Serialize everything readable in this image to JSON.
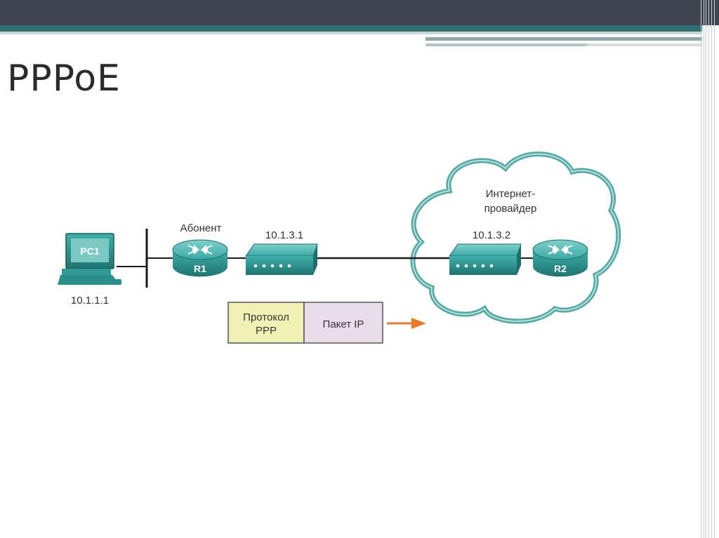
{
  "slide": {
    "title": "PPPoE"
  },
  "diagram": {
    "pc": {
      "label": "PC1",
      "ip": "10.1.1.1"
    },
    "subscriber_label": "Абонент",
    "router_r1": {
      "label": "R1"
    },
    "modem_left": {
      "ip": "10.1.3.1"
    },
    "isp_label_line1": "Интернет-",
    "isp_label_line2": "провайдер",
    "modem_right": {
      "ip": "10.1.3.2"
    },
    "router_r2": {
      "label": "R2"
    },
    "frame": {
      "header_line1": "Протокол",
      "header_line2": "PPP",
      "payload": "Пакет IP"
    }
  },
  "colors": {
    "device_teal": "#2e9a96",
    "device_dark": "#1d6e6b",
    "cloud_stroke": "#4fa9a6",
    "frame_ppp": "#f1f1b5",
    "frame_ip": "#e9dceb",
    "arrow": "#ec7a2a"
  }
}
